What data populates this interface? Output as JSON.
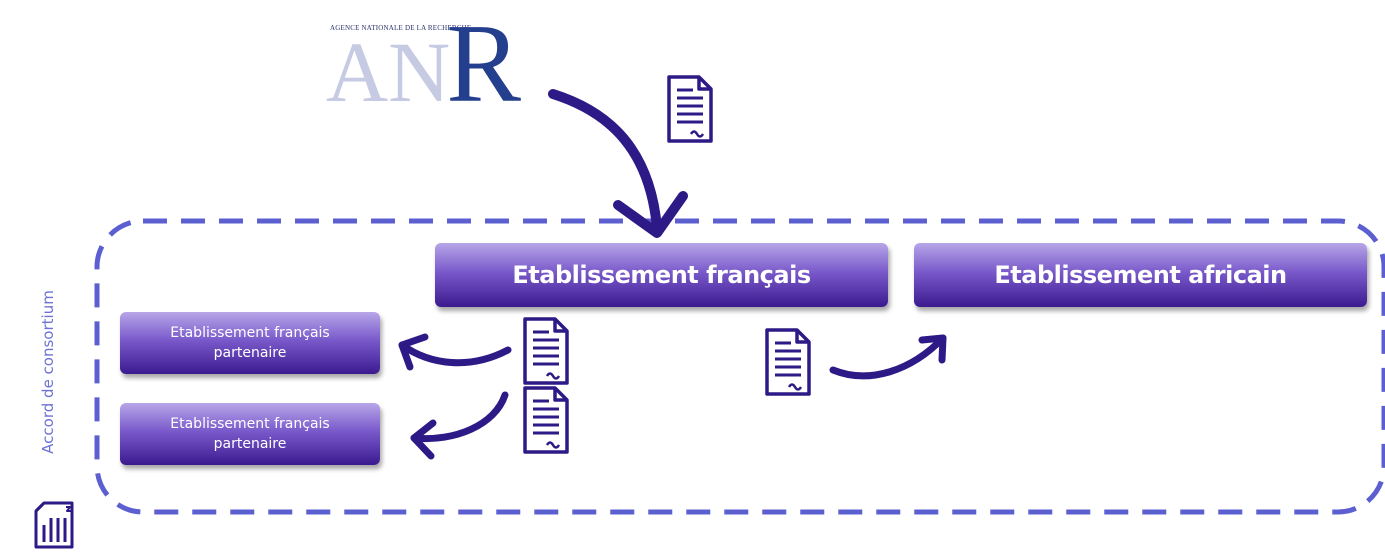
{
  "logo": {
    "agency_name": "AGENCE NATIONALE DE LA RECHERCHE",
    "letters": [
      "A",
      "N",
      "R"
    ]
  },
  "boxes": {
    "french_institution": "Etablissement français",
    "african_institution": "Etablissement africain",
    "partner_1": [
      "Etablissement français",
      "partenaire"
    ],
    "partner_2": [
      "Etablissement français",
      "partenaire"
    ]
  },
  "consortium_label": "Accord de consortium",
  "icons": {
    "document": "document-signed-icon",
    "archive": "archive-box-icon"
  },
  "colors": {
    "arrow": "#2e1a86",
    "dashed_border": "#5b5fd0",
    "box_gradient_top": "#b7a6e8",
    "box_gradient_bottom": "#3a1a8e",
    "label": "#6d72d4",
    "anr_light": "#c6cbe3",
    "anr_dark": "#253f8f"
  }
}
